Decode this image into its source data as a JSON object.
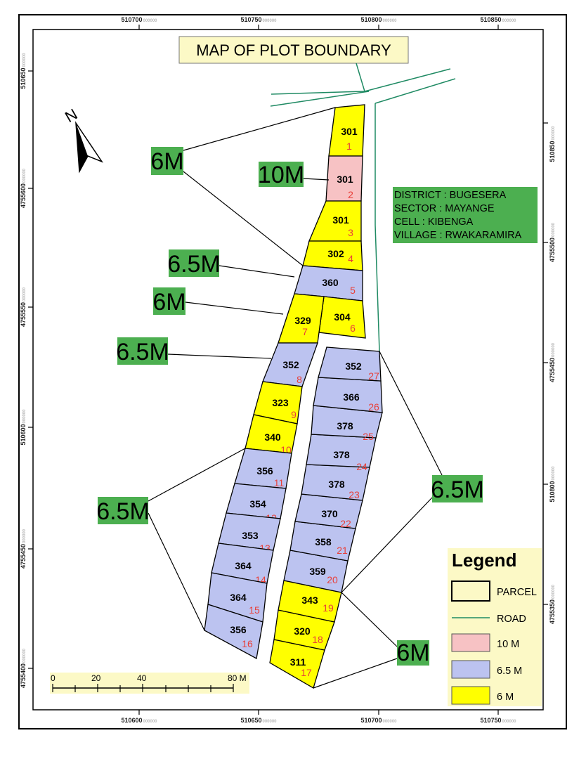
{
  "title": "MAP OF PLOT BOUNDARY",
  "info": [
    "DISTRICT : BUGESERA",
    "SECTOR : MAYANGE",
    "CELL : KIBENGA",
    "VILLAGE : RWAKARAMIRA"
  ],
  "north_label": "N",
  "colors": {
    "c10": "#f7c2c4",
    "c65": "#bcc3f0",
    "c6": "#ffff00",
    "road": "#1f8a63",
    "callout_bg": "#4caf50",
    "info_bg": "#4caf50",
    "legend_bg": "#fcf9c6",
    "title_bg": "#fcf9c6"
  },
  "parcels": [
    {
      "num": "301",
      "idx": "1",
      "cls": "6"
    },
    {
      "num": "301",
      "idx": "2",
      "cls": "10"
    },
    {
      "num": "301",
      "idx": "3",
      "cls": "6"
    },
    {
      "num": "302",
      "idx": "4",
      "cls": "6"
    },
    {
      "num": "360",
      "idx": "5",
      "cls": "6.5"
    },
    {
      "num": "304",
      "idx": "6",
      "cls": "6"
    },
    {
      "num": "329",
      "idx": "7",
      "cls": "6"
    },
    {
      "num": "352",
      "idx": "8",
      "cls": "6.5"
    },
    {
      "num": "323",
      "idx": "9",
      "cls": "6"
    },
    {
      "num": "340",
      "idx": "10",
      "cls": "6"
    },
    {
      "num": "356",
      "idx": "11",
      "cls": "6.5"
    },
    {
      "num": "354",
      "idx": "12",
      "cls": "6.5"
    },
    {
      "num": "353",
      "idx": "13",
      "cls": "6.5"
    },
    {
      "num": "364",
      "idx": "14",
      "cls": "6.5"
    },
    {
      "num": "364",
      "idx": "15",
      "cls": "6.5"
    },
    {
      "num": "356",
      "idx": "16",
      "cls": "6.5"
    },
    {
      "num": "311",
      "idx": "17",
      "cls": "6"
    },
    {
      "num": "320",
      "idx": "18",
      "cls": "6"
    },
    {
      "num": "343",
      "idx": "19",
      "cls": "6"
    },
    {
      "num": "359",
      "idx": "20",
      "cls": "6.5"
    },
    {
      "num": "358",
      "idx": "21",
      "cls": "6.5"
    },
    {
      "num": "370",
      "idx": "22",
      "cls": "6.5"
    },
    {
      "num": "378",
      "idx": "23",
      "cls": "6.5"
    },
    {
      "num": "378",
      "idx": "24",
      "cls": "6.5"
    },
    {
      "num": "378",
      "idx": "25",
      "cls": "6.5"
    },
    {
      "num": "366",
      "idx": "26",
      "cls": "6.5"
    },
    {
      "num": "352",
      "idx": "27",
      "cls": "6.5"
    }
  ],
  "callouts": [
    "6M",
    "10M",
    "6.5M",
    "6M",
    "6.5M",
    "6.5M",
    "6.5M",
    "6M"
  ],
  "legend": {
    "title": "Legend",
    "items": [
      {
        "label": "PARCEL",
        "type": "parcel"
      },
      {
        "label": "ROAD",
        "type": "road"
      },
      {
        "label": "10 M",
        "type": "c10"
      },
      {
        "label": "6.5 M",
        "type": "c65"
      },
      {
        "label": "6 M",
        "type": "c6"
      }
    ]
  },
  "scalebar": {
    "labels": [
      "0",
      "20",
      "40",
      "80 M"
    ]
  },
  "grid_ticks": {
    "top": [
      {
        "main": "510700",
        "frac": "000000"
      },
      {
        "main": "510750",
        "frac": "000000"
      },
      {
        "main": "510800",
        "frac": "000000"
      },
      {
        "main": "510850",
        "frac": "000000"
      }
    ],
    "bottom": [
      {
        "main": "510600",
        "frac": "000000"
      },
      {
        "main": "510650",
        "frac": "000000"
      },
      {
        "main": "510700",
        "frac": "000000"
      },
      {
        "main": "510750",
        "frac": "000000"
      }
    ],
    "left": [
      {
        "main": "510650",
        "frac": "000000"
      },
      {
        "main": "4755600",
        "frac": "000000"
      },
      {
        "main": "4755550",
        "frac": "000000"
      },
      {
        "main": "510600",
        "frac": "000000"
      },
      {
        "main": "4755450",
        "frac": "000000"
      },
      {
        "main": "4755400",
        "frac": "000000"
      }
    ],
    "right": [
      {
        "main": "510850",
        "frac": "000000"
      },
      {
        "main": "4755500",
        "frac": "000000"
      },
      {
        "main": "4755450",
        "frac": "000000"
      },
      {
        "main": "510800",
        "frac": "000000"
      },
      {
        "main": "4755350",
        "frac": "000000"
      }
    ]
  }
}
